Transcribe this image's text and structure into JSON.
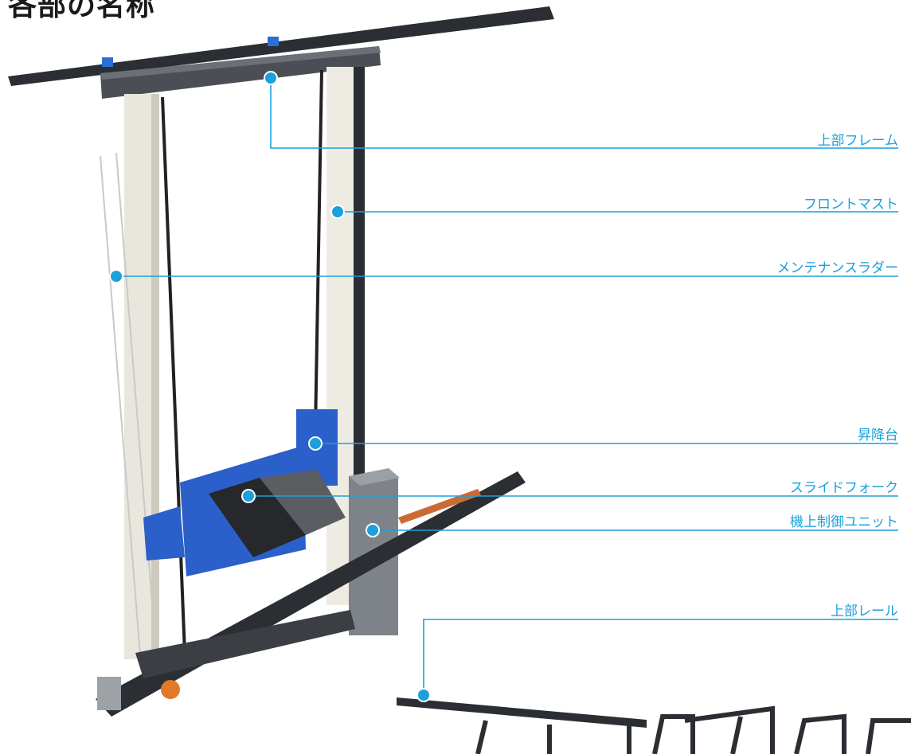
{
  "title": "各部の名称",
  "accent_color": "#1aa0dc",
  "labels": [
    {
      "id": "upper-frame",
      "text": "上部フレーム"
    },
    {
      "id": "front-mast",
      "text": "フロントマスト"
    },
    {
      "id": "maintenance-ladder",
      "text": "メンテナンスラダー"
    },
    {
      "id": "lift-platform",
      "text": "昇降台"
    },
    {
      "id": "slide-fork",
      "text": "スライドフォーク"
    },
    {
      "id": "onboard-control-unit",
      "text": "機上制御ユニット"
    },
    {
      "id": "upper-rail",
      "text": "上部レール"
    }
  ]
}
